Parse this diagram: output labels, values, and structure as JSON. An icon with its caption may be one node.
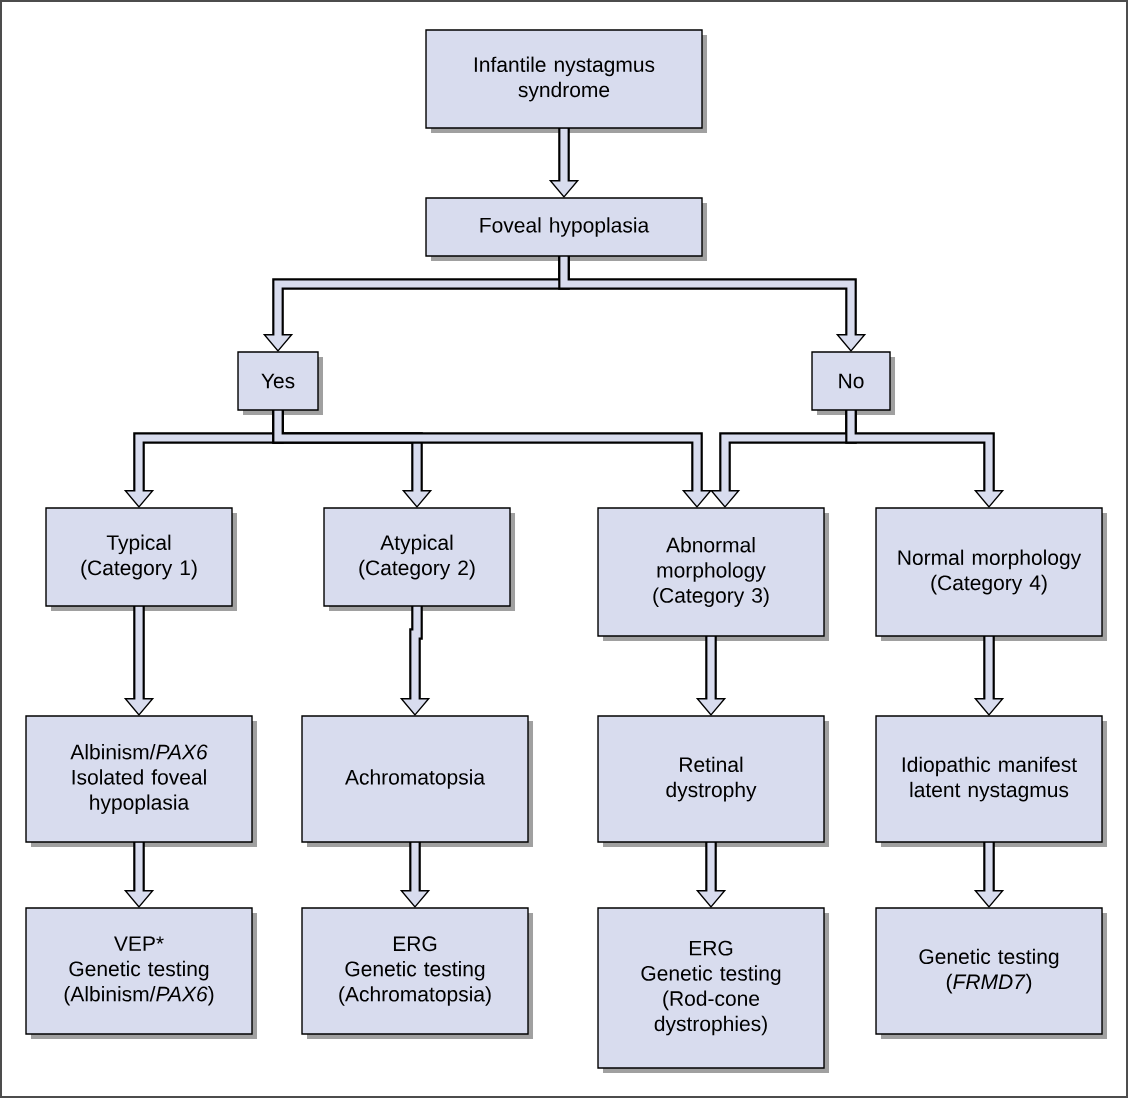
{
  "diagram": {
    "nodes": [
      {
        "text": [
          "Infantile nystagmus syndrome"
        ]
      },
      {
        "text": [
          "Foveal hypoplasia"
        ]
      },
      {
        "text": [
          "Yes"
        ]
      },
      {
        "text": [
          "No"
        ]
      },
      {
        "text": [
          "Typical (Category 1)"
        ]
      },
      {
        "text": [
          "Atypical (Category 2)"
        ]
      },
      {
        "text": [
          "Abnormal morphology (Category 3)"
        ]
      },
      {
        "text": [
          "Normal morphology (Category 4)"
        ]
      },
      {
        "text": [
          "Albinism/*PAX6*",
          "Isolated foveal hypoplasia"
        ]
      },
      {
        "text": [
          "Achromatopsia"
        ]
      },
      {
        "text": [
          "Retinal dystrophy"
        ]
      },
      {
        "text": [
          "Idiopathic manifest latent nystagmus"
        ]
      },
      {
        "text": [
          "VEP*",
          "Genetic testing (Albinism/*PAX6*)"
        ]
      },
      {
        "text": [
          "ERG",
          "Genetic testing (Achromatopsia)"
        ]
      },
      {
        "text": [
          "ERG",
          "Genetic testing (Rod-cone dystrophies)"
        ]
      },
      {
        "text": [
          "Genetic testing (*FRMD7*)"
        ]
      }
    ],
    "edges": [
      {
        "from": 0,
        "to": 1,
        "arrow": "to"
      },
      {
        "from": 1,
        "to": 2,
        "arrow": "to"
      },
      {
        "from": 1,
        "to": 3,
        "arrow": "to"
      },
      {
        "from": 2,
        "to": 4,
        "arrow": "to"
      },
      {
        "from": 2,
        "to": 5,
        "arrow": "to"
      },
      {
        "from": 2,
        "to": 6,
        "arrow": "to"
      },
      {
        "from": 3,
        "to": 6,
        "arrow": "to"
      },
      {
        "from": 3,
        "to": 7,
        "arrow": "to"
      },
      {
        "from": 4,
        "to": 8,
        "arrow": "to"
      },
      {
        "from": 5,
        "to": 9,
        "arrow": "to"
      },
      {
        "from": 6,
        "to": 10,
        "arrow": "to"
      },
      {
        "from": 7,
        "to": 11,
        "arrow": "to"
      },
      {
        "from": 8,
        "to": 12,
        "arrow": "to"
      },
      {
        "from": 9,
        "to": 13,
        "arrow": "to"
      },
      {
        "from": 10,
        "to": 14,
        "arrow": "to"
      },
      {
        "from": 11,
        "to": 15,
        "arrow": "to"
      }
    ]
  }
}
